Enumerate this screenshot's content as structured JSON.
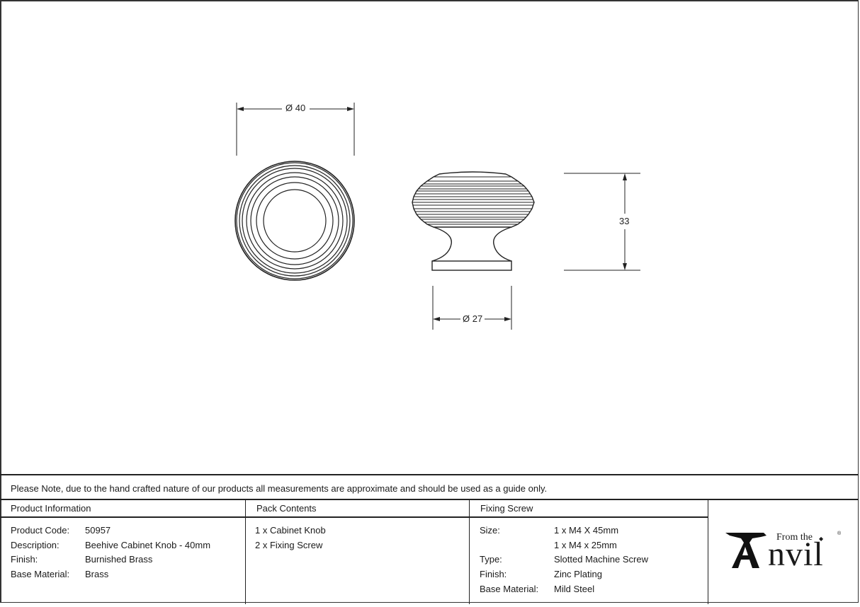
{
  "drawing": {
    "dimensions": {
      "top_view_diameter": "Ø 40",
      "base_diameter": "Ø 27",
      "height": "33"
    },
    "line_color": "#222222"
  },
  "note": "Please Note, due to the hand crafted nature of our products all measurements are approximate and should be used as a guide only.",
  "product_info": {
    "heading": "Product Information",
    "rows": [
      {
        "label": "Product Code:",
        "value": "50957"
      },
      {
        "label": "Description:",
        "value": "Beehive Cabinet Knob - 40mm"
      },
      {
        "label": "Finish:",
        "value": "Burnished Brass"
      },
      {
        "label": "Base Material:",
        "value": "Brass"
      }
    ]
  },
  "pack_contents": {
    "heading": "Pack Contents",
    "items": [
      "1 x Cabinet Knob",
      "2 x Fixing Screw"
    ]
  },
  "fixing_screw": {
    "heading": "Fixing Screw",
    "rows": [
      {
        "label": "Size:",
        "value": "1 x M4 X 45mm"
      },
      {
        "label": "",
        "value": "1 x M4 x 25mm"
      },
      {
        "label": "Type:",
        "value": "Slotted Machine Screw"
      },
      {
        "label": "Finish:",
        "value": "Zinc Plating"
      },
      {
        "label": "Base Material:",
        "value": "Mild Steel"
      }
    ]
  },
  "logo": {
    "small_text": "From the",
    "big_letter": "A",
    "rest": "nvil",
    "registered": "®"
  }
}
